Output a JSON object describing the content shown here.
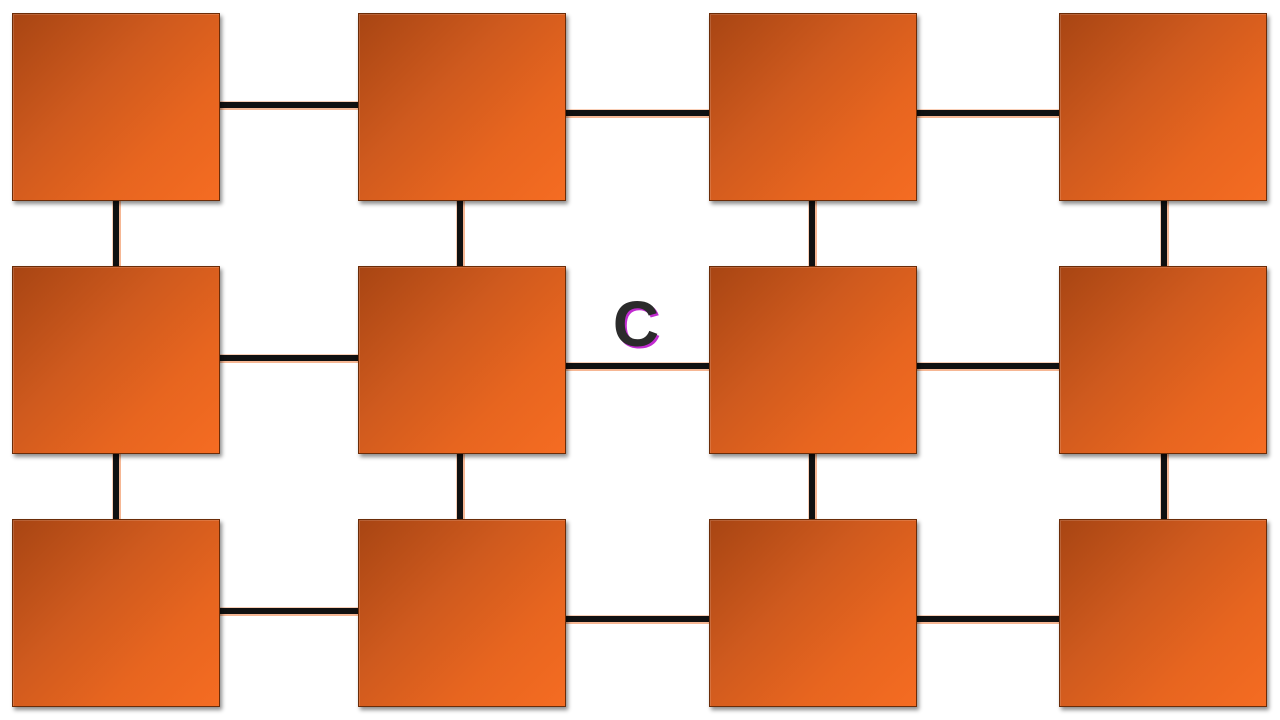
{
  "diagram": {
    "rows": 3,
    "columns": 4,
    "label": "C"
  },
  "colors": {
    "box_dark": "#a84513",
    "box_light": "#f56c22",
    "box_border": "#6b2c08",
    "connector": "#111111",
    "connector_glow": "#f39f70",
    "label_text": "#2b2b2b",
    "label_outline": "#c12bd0"
  }
}
